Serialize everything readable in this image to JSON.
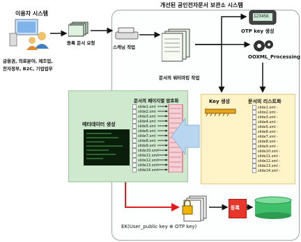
{
  "diagram": {
    "title": "개선된 공인전자문서 보관소 시스템",
    "user_system": "이용자 시스템",
    "user_types_line1": "금융권, 의료분야, 제조업,",
    "user_types_line2": "전자정부, B2C, 기업업무",
    "registration_request": "등록 문서 요청",
    "scan_task": "스캐닝 작업",
    "watermark_task": "문서의 워터마킹 작업",
    "otp_key": "OTP key 생성",
    "ooxml": "OOXML_Processing",
    "key_gen": "Key 생성",
    "doc_listing": "문서의 리스트화",
    "metadata_gen": "메타데이터 생성",
    "page_encrypt": "문서의 페이지별 암호화",
    "register": "등록",
    "ek_formula": "EK(User_public key ⊕ OTP key)",
    "otp_display": "123456",
    "slides": [
      "slide1.xml",
      "slide2.xml",
      "slide3.xml",
      "slide4.xml",
      "slide5.xml",
      "slide6.xml",
      "slide7.xml",
      "slide8.xml",
      "slide9.xml",
      "slide10.xml",
      "slide11.xml",
      "slide12.xml",
      "slide13.xml",
      "slide14.xml"
    ],
    "slides_dash": [
      "slide1.xml -",
      "slide2.xml -",
      "slide3.xml -",
      "slide4.xml -",
      "slide5.xml -",
      "slide6.xml -",
      "slide7.xml -",
      "slide8.xml -",
      "slide9.xml -",
      "slide10.xml -",
      "slide11.xml -",
      "slide12.xml -",
      "slide13.xml -",
      "slide14.xml -"
    ]
  },
  "colors": {
    "arrow_black": "#111111",
    "arrow_red": "#e21b1b",
    "green_panel": "#cfe9cf",
    "yellow_panel": "#fff3c8",
    "register_box": "#e8362b",
    "db": "#3fbf6a"
  }
}
